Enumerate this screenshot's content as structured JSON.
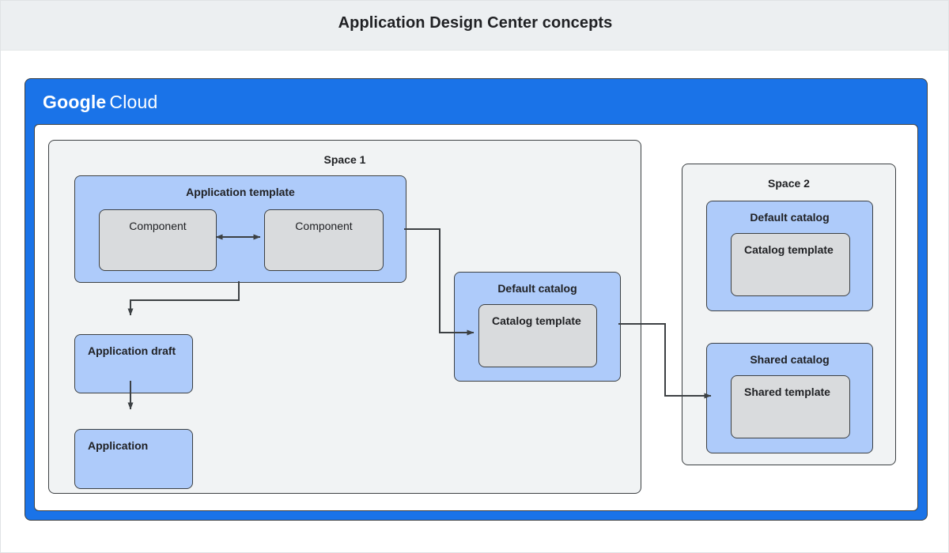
{
  "header": {
    "title": "Application Design Center concepts"
  },
  "cloud_frame": {
    "brand_primary": "Google",
    "brand_secondary": "Cloud",
    "brand_color": "#1a73e8"
  },
  "colors": {
    "blue_fill": "#aecbfa",
    "gray_fill": "#d9dbdd",
    "space_fill": "#f1f3f4",
    "stroke": "#3c4043",
    "header_band": "#eceff1",
    "text": "#202124"
  },
  "spaces": [
    {
      "id": "space-1",
      "label": "Space 1",
      "groups": [
        {
          "id": "application-template",
          "label": "Application template",
          "children": [
            {
              "id": "component-left",
              "label": "Component"
            },
            {
              "id": "component-right",
              "label": "Component"
            }
          ]
        },
        {
          "id": "default-catalog-space-1",
          "label": "Default catalog",
          "children": [
            {
              "id": "catalog-template-space-1",
              "label": "Catalog template"
            }
          ]
        }
      ],
      "nodes": [
        {
          "id": "application-draft",
          "label": "Application draft"
        },
        {
          "id": "application",
          "label": "Application"
        }
      ]
    },
    {
      "id": "space-2",
      "label": "Space 2",
      "groups": [
        {
          "id": "default-catalog-space-2",
          "label": "Default catalog",
          "children": [
            {
              "id": "catalog-template-space-2",
              "label": "Catalog template"
            }
          ]
        },
        {
          "id": "shared-catalog",
          "label": "Shared catalog",
          "children": [
            {
              "id": "shared-template",
              "label": "Shared template"
            }
          ]
        }
      ]
    }
  ],
  "connectors": [
    {
      "id": "component-to-component",
      "from": "component-left",
      "to": "component-right",
      "style": "bidirectional"
    },
    {
      "id": "application-template-to-application-draft",
      "from": "application-template",
      "to": "application-draft",
      "style": "directional"
    },
    {
      "id": "application-draft-to-application",
      "from": "application-draft",
      "to": "application",
      "style": "directional"
    },
    {
      "id": "application-template-to-catalog-template",
      "from": "application-template",
      "to": "catalog-template-space-1",
      "style": "directional"
    },
    {
      "id": "default-catalog-to-shared-catalog",
      "from": "default-catalog-space-1",
      "to": "shared-catalog",
      "style": "directional"
    }
  ]
}
